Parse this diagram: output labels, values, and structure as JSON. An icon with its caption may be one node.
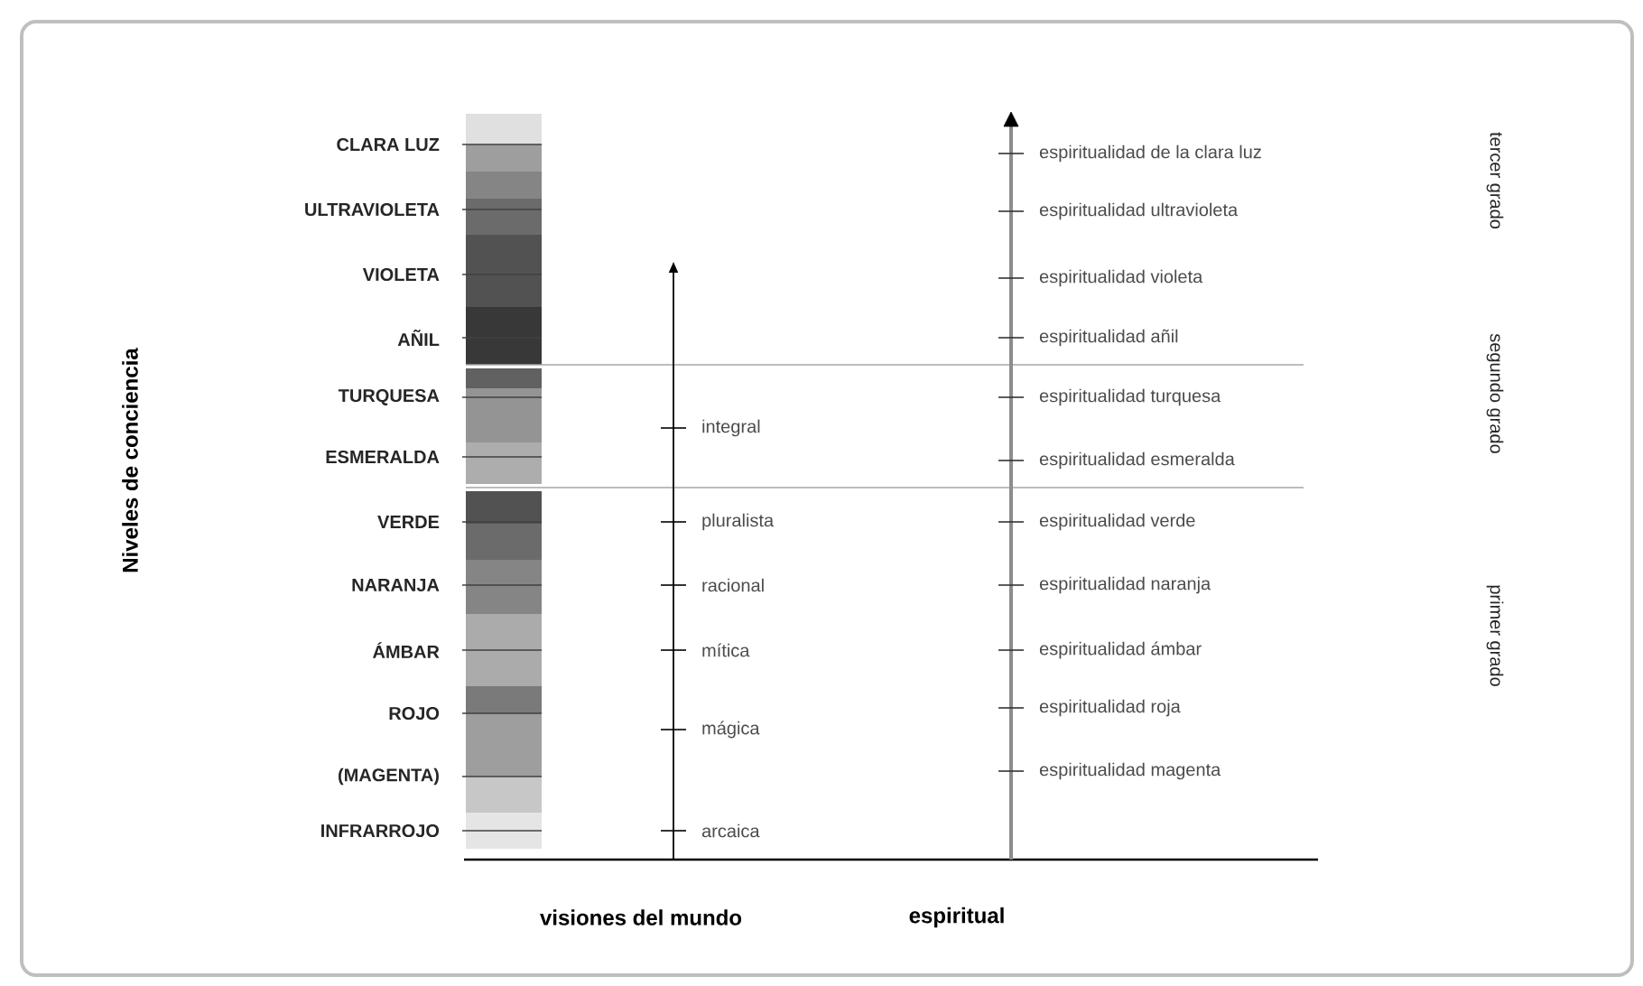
{
  "diagram": {
    "labels": [
      "Niveles de conciencia",
      "CLARA LUZ",
      "ULTRAVIOLETA",
      "VIOLETA",
      "AÑIL",
      "TURQUESA",
      "ESMERALDA",
      "VERDE",
      "NARANJA",
      "ÁMBAR",
      "ROJO",
      "(MAGENTA)",
      "INFRARROJO",
      "integral",
      "pluralista",
      "racional",
      "mítica",
      "mágica",
      "arcaica",
      "espiritualidad de la clara luz",
      "espiritualidad ultravioleta",
      "espiritualidad violeta",
      "espiritualidad añil",
      "espiritualidad turquesa",
      "espiritualidad esmeralda",
      "espiritualidad verde",
      "espiritualidad naranja",
      "espiritualidad ámbar",
      "espiritualidad roja",
      "espiritualidad magenta",
      "tercer grado",
      "segundo grado",
      "primer grado",
      "visiones del mundo",
      "espiritual"
    ]
  }
}
